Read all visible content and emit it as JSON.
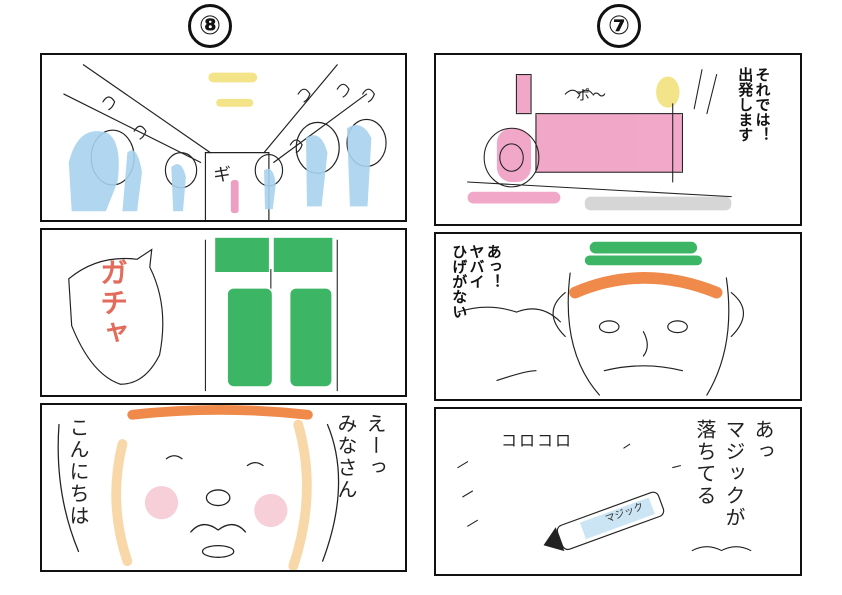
{
  "page": {
    "left_page_number": "⑧",
    "right_page_number": "⑦"
  },
  "panels": {
    "p8_1": {
      "sfx": "ギ"
    },
    "p8_2": {
      "sfx": "ガチャ"
    },
    "p8_3": {
      "speech_hello": "こんにちは",
      "speech_minasan": "えーっ\nみなさん"
    },
    "p7_1": {
      "sfx": "ポ〜",
      "speech": "それでは！\n出発します"
    },
    "p7_2": {
      "speech": "あっ！\nヤバイ\nひげがない"
    },
    "p7_3": {
      "sfx": "コロコロ",
      "speech": "あっ\nマジックが\n落ちてる",
      "marker_label": "マジック"
    }
  },
  "colors": {
    "blue": "#a9d3ef",
    "pink": "#ef9ec3",
    "green": "#3cb565",
    "orange": "#f08a4b",
    "yellow": "#f3e389",
    "cheek": "#f6cfd8"
  }
}
